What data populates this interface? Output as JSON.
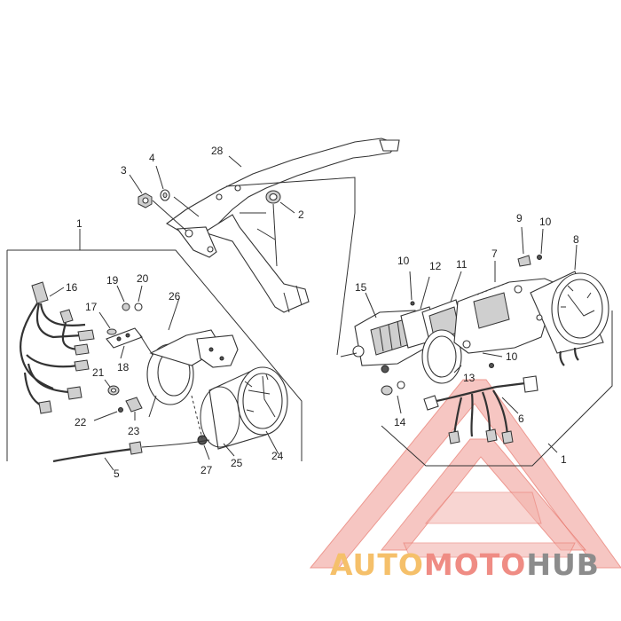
{
  "diagram": {
    "callouts": [
      {
        "id": "c1a",
        "text": "1"
      },
      {
        "id": "c1b",
        "text": "1"
      },
      {
        "id": "c2",
        "text": "2"
      },
      {
        "id": "c3",
        "text": "3"
      },
      {
        "id": "c4",
        "text": "4"
      },
      {
        "id": "c5",
        "text": "5"
      },
      {
        "id": "c6",
        "text": "6"
      },
      {
        "id": "c7",
        "text": "7"
      },
      {
        "id": "c8",
        "text": "8"
      },
      {
        "id": "c9",
        "text": "9"
      },
      {
        "id": "c10a",
        "text": "10"
      },
      {
        "id": "c10b",
        "text": "10"
      },
      {
        "id": "c10c",
        "text": "10"
      },
      {
        "id": "c11",
        "text": "11"
      },
      {
        "id": "c12",
        "text": "12"
      },
      {
        "id": "c13",
        "text": "13"
      },
      {
        "id": "c14",
        "text": "14"
      },
      {
        "id": "c15",
        "text": "15"
      },
      {
        "id": "c16",
        "text": "16"
      },
      {
        "id": "c17",
        "text": "17"
      },
      {
        "id": "c18",
        "text": "18"
      },
      {
        "id": "c19",
        "text": "19"
      },
      {
        "id": "c20",
        "text": "20"
      },
      {
        "id": "c21",
        "text": "21"
      },
      {
        "id": "c22",
        "text": "22"
      },
      {
        "id": "c23",
        "text": "23"
      },
      {
        "id": "c24",
        "text": "24"
      },
      {
        "id": "c25",
        "text": "25"
      },
      {
        "id": "c26",
        "text": "26"
      },
      {
        "id": "c27",
        "text": "27"
      },
      {
        "id": "c28",
        "text": "28"
      }
    ]
  },
  "watermark": {
    "word_part1": "AUTO",
    "word_part2": "MOTO",
    "word_part3": "HUB",
    "colors": {
      "part1": "#f5c06a",
      "part2": "#ef8c84",
      "part3": "#8c8c8c",
      "triangle": "#e8766b"
    }
  }
}
